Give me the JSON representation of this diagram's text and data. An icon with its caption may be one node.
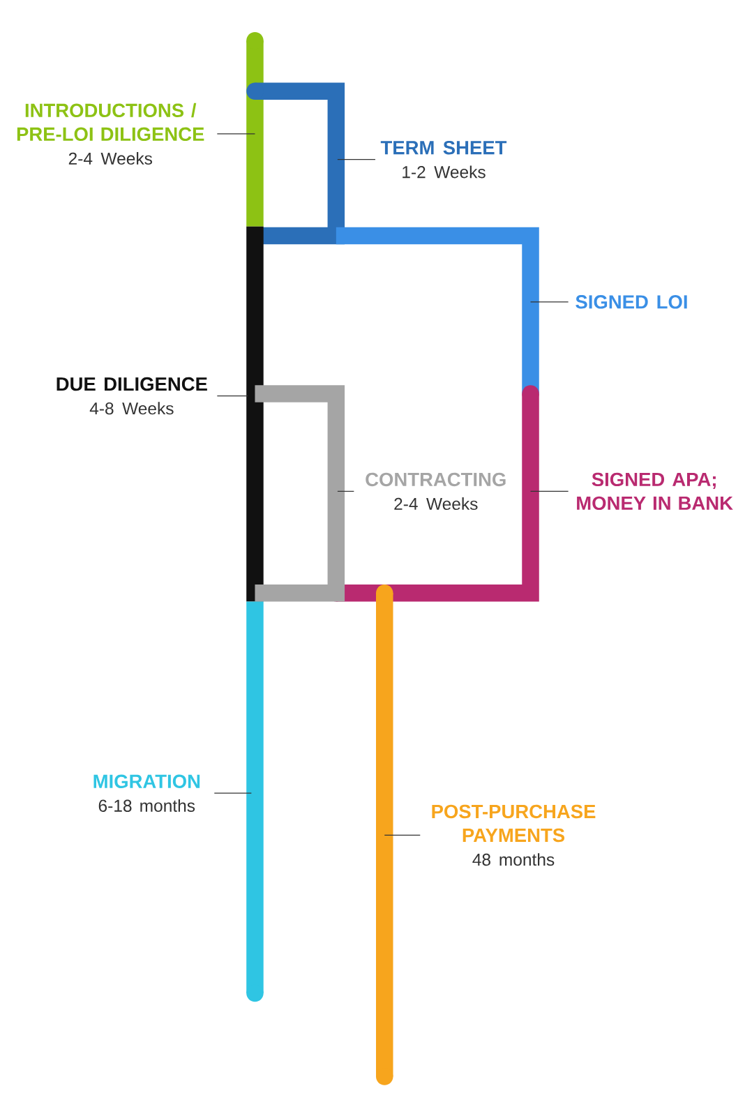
{
  "diagram": {
    "nodes": [
      {
        "text": [
          "INTRODUCTIONS / PRE-LOI DILIGENCE",
          "2-4 Weeks"
        ]
      },
      {
        "text": [
          "TERM SHEET",
          "1-2 Weeks"
        ]
      },
      {
        "text": [
          "SIGNED LOI"
        ]
      },
      {
        "text": [
          "DUE DILIGENCE",
          "4-8 Weeks"
        ]
      },
      {
        "text": [
          "CONTRACTING",
          "2-4 Weeks"
        ]
      },
      {
        "text": [
          "SIGNED APA; MONEY IN BANK"
        ]
      },
      {
        "text": [
          "MIGRATION",
          "6-18 months"
        ]
      },
      {
        "text": [
          "POST-PURCHASE PAYMENTS",
          "48 months"
        ]
      }
    ],
    "edges": [
      {
        "from": 0,
        "to": null,
        "arrow": "none"
      },
      {
        "from": 1,
        "to": null,
        "arrow": "none"
      },
      {
        "from": 2,
        "to": null,
        "arrow": "none"
      },
      {
        "from": 3,
        "to": null,
        "arrow": "none"
      },
      {
        "from": 4,
        "to": null,
        "arrow": "none"
      },
      {
        "from": 5,
        "to": null,
        "arrow": "none"
      },
      {
        "from": 6,
        "to": null,
        "arrow": "none"
      },
      {
        "from": 7,
        "to": null,
        "arrow": "none"
      }
    ]
  }
}
